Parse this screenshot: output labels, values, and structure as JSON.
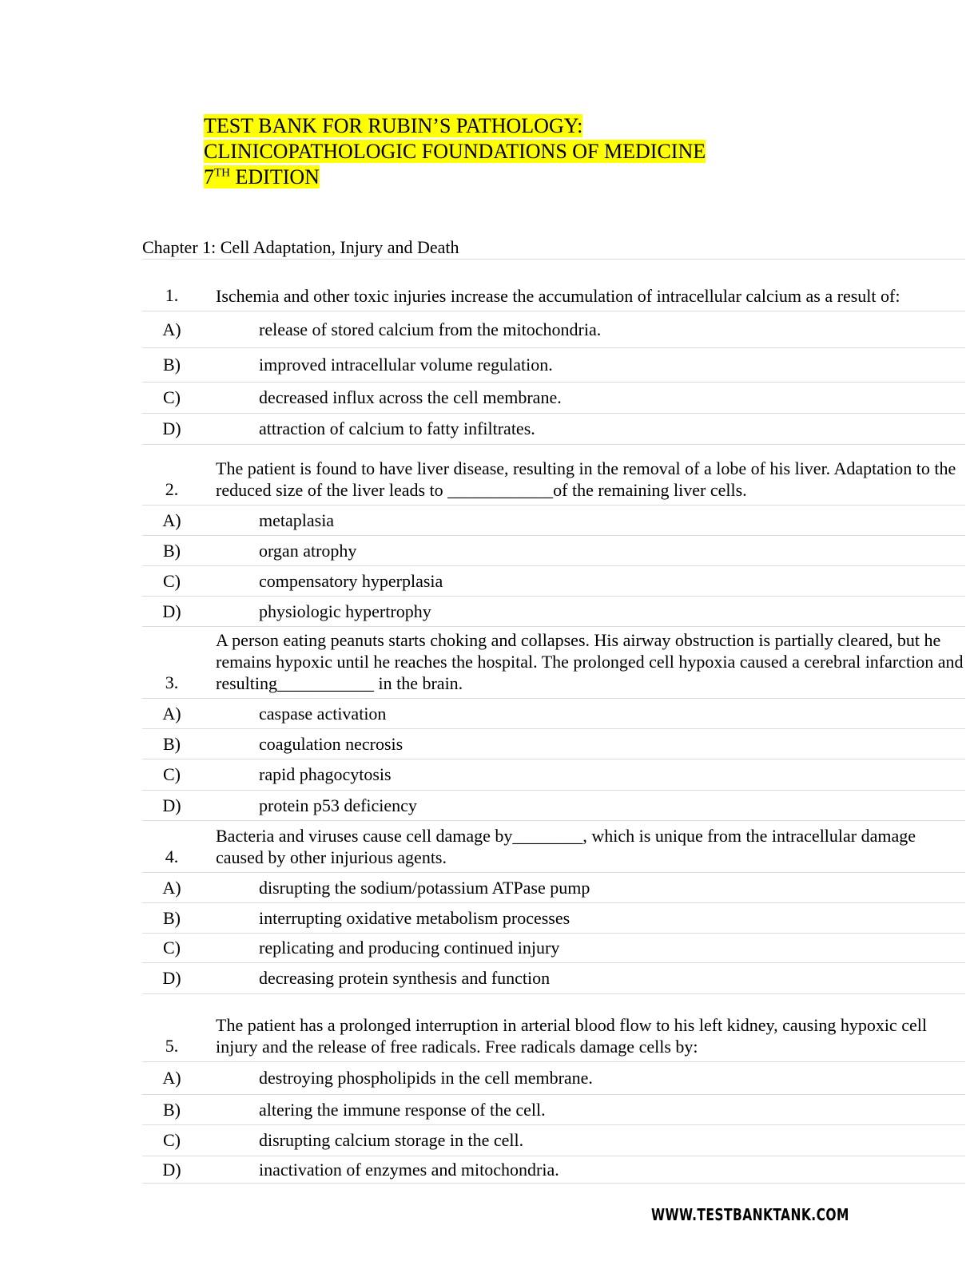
{
  "title": {
    "line1": "TEST BANK FOR RUBIN’S PATHOLOGY:",
    "line2": "CLINICOPATHOLOGIC FOUNDATIONS OF MEDICINE",
    "edition_num": "7",
    "edition_sup": "TH",
    "edition_word": " EDITION"
  },
  "chapter": "Chapter 1: Cell Adaptation, Injury and Death",
  "questions": [
    {
      "number": "1.",
      "text": "Ischemia and other toxic injuries increase the accumulation of intracellular calcium as a result of:",
      "options": [
        {
          "letter": "A)",
          "text": "release of stored calcium from the mitochondria."
        },
        {
          "letter": "B)",
          "text": "improved intracellular volume regulation."
        },
        {
          "letter": "C)",
          "text": "decreased influx across the cell membrane."
        },
        {
          "letter": "D)",
          "text": "attraction of calcium to fatty infiltrates."
        }
      ]
    },
    {
      "number": "2.",
      "text": "The patient is found to have liver disease, resulting in the removal of a lobe of his liver. Adaptation to the reduced size of the liver leads to ____________of the remaining liver cells.",
      "options": [
        {
          "letter": "A)",
          "text": "metaplasia"
        },
        {
          "letter": "B)",
          "text": "organ atrophy"
        },
        {
          "letter": "C)",
          "text": "compensatory hyperplasia"
        },
        {
          "letter": "D)",
          "text": "physiologic hypertrophy"
        }
      ]
    },
    {
      "number": "3.",
      "text": "A person eating peanuts starts choking and collapses. His airway obstruction is partially cleared, but he remains hypoxic until he reaches the hospital. The prolonged cell hypoxia caused a cerebral infarction and resulting___________ in the brain.",
      "options": [
        {
          "letter": "A)",
          "text": "caspase activation"
        },
        {
          "letter": "B)",
          "text": "coagulation necrosis"
        },
        {
          "letter": "C)",
          "text": "rapid phagocytosis"
        },
        {
          "letter": "D)",
          "text": "protein p53 deficiency"
        }
      ]
    },
    {
      "number": "4.",
      "text": "Bacteria and viruses cause cell damage by________, which is unique from the intracellular damage caused by other injurious agents.",
      "options": [
        {
          "letter": "A)",
          "text": "disrupting the sodium/potassium ATPase pump"
        },
        {
          "letter": "B)",
          "text": "interrupting oxidative metabolism processes"
        },
        {
          "letter": "C)",
          "text": "replicating and producing continued injury"
        },
        {
          "letter": "D)",
          "text": "decreasing protein synthesis and function"
        }
      ]
    },
    {
      "number": "5.",
      "text": "The patient has a prolonged interruption in arterial blood flow to his left kidney, causing hypoxic cell injury and the release of free radicals. Free radicals damage cells by:",
      "options": [
        {
          "letter": "A)",
          "text": "destroying phospholipids in the cell membrane."
        },
        {
          "letter": "B)",
          "text": "altering the immune response of the cell."
        },
        {
          "letter": "C)",
          "text": "disrupting calcium storage in the cell."
        },
        {
          "letter": "D)",
          "text": "inactivation of enzymes and mitochondria."
        }
      ]
    }
  ],
  "footer": "WWW.TESTBANKTANK.COM",
  "colors": {
    "highlight": "#ffff00",
    "rule": "#dcdcdc"
  }
}
